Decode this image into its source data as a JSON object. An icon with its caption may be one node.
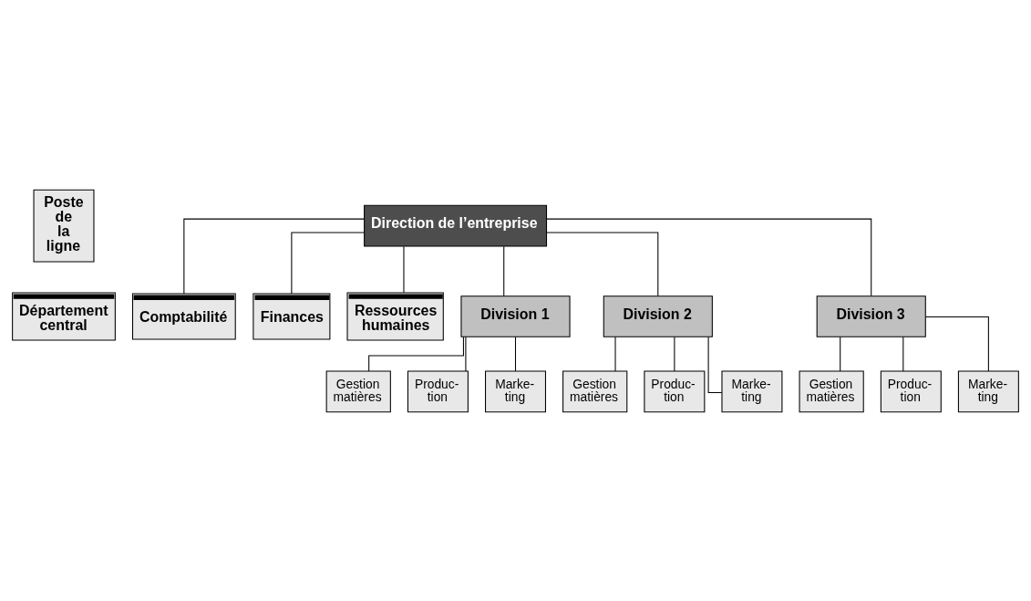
{
  "diagram": {
    "nodes": [
      {
        "text": [
          "Poste de la ligne"
        ]
      },
      {
        "text": [
          "Département central"
        ]
      },
      {
        "text": [
          "Direction de l’entreprise"
        ]
      },
      {
        "text": [
          "Comptabilité"
        ]
      },
      {
        "text": [
          "Finances"
        ]
      },
      {
        "text": [
          "Ressources humaines"
        ]
      },
      {
        "text": [
          "Division 1"
        ]
      },
      {
        "text": [
          "Division 2"
        ]
      },
      {
        "text": [
          "Division 3"
        ]
      },
      {
        "text": [
          "Gestion matières"
        ]
      },
      {
        "text": [
          "Produc- tion"
        ]
      },
      {
        "text": [
          "Marke- ting"
        ]
      },
      {
        "text": [
          "Gestion matières"
        ]
      },
      {
        "text": [
          "Produc- tion"
        ]
      },
      {
        "text": [
          "Marke- ting"
        ]
      },
      {
        "text": [
          "Gestion matières"
        ]
      },
      {
        "text": [
          "Produc- tion"
        ]
      },
      {
        "text": [
          "Marke- ting"
        ]
      }
    ],
    "edges": [
      {
        "from": 2,
        "to": 3,
        "arrow": "none"
      },
      {
        "from": 2,
        "to": 4,
        "arrow": "none"
      },
      {
        "from": 2,
        "to": 5,
        "arrow": "none"
      },
      {
        "from": 2,
        "to": 6,
        "arrow": "none"
      },
      {
        "from": 2,
        "to": 7,
        "arrow": "none"
      },
      {
        "from": 2,
        "to": 8,
        "arrow": "none"
      },
      {
        "from": 6,
        "to": 9,
        "arrow": "none"
      },
      {
        "from": 6,
        "to": 10,
        "arrow": "none"
      },
      {
        "from": 6,
        "to": 11,
        "arrow": "none"
      },
      {
        "from": 7,
        "to": 12,
        "arrow": "none"
      },
      {
        "from": 7,
        "to": 13,
        "arrow": "none"
      },
      {
        "from": 7,
        "to": 14,
        "arrow": "none"
      },
      {
        "from": 8,
        "to": 15,
        "arrow": "none"
      },
      {
        "from": 8,
        "to": 16,
        "arrow": "none"
      },
      {
        "from": 8,
        "to": 17,
        "arrow": "none"
      }
    ]
  }
}
